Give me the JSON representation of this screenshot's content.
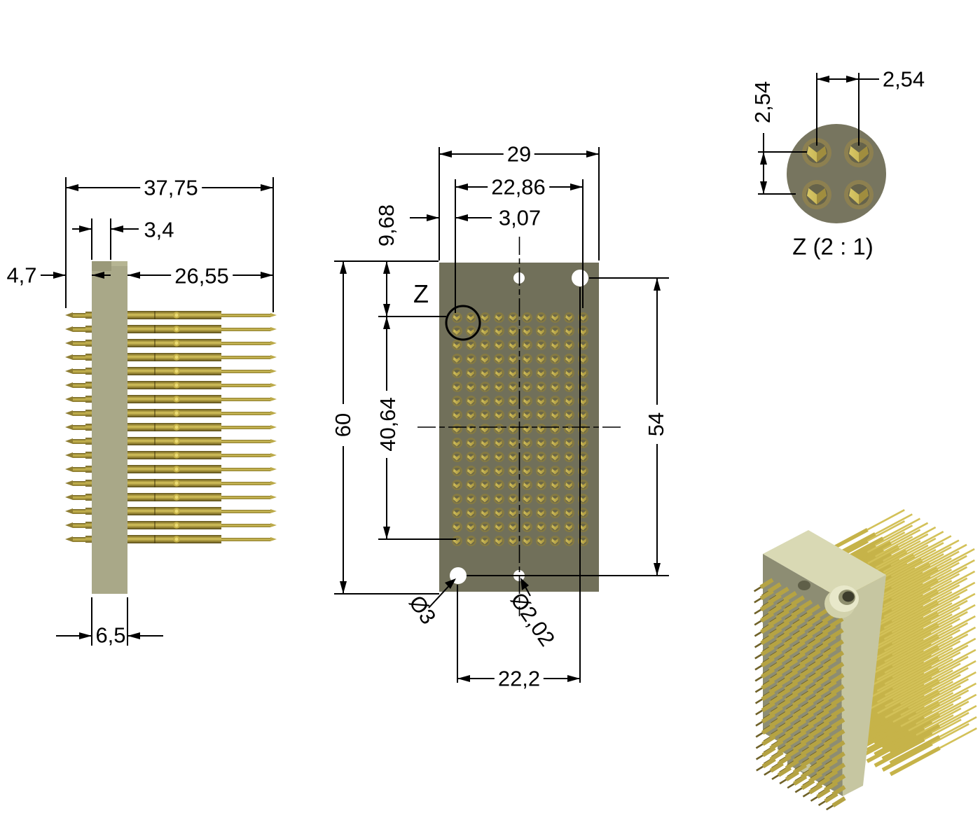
{
  "side_view": {
    "dims": {
      "overall": "37,75",
      "offset": "3,4",
      "left_tail": "4,7",
      "right_length": "26,55",
      "body_width": "6,5"
    },
    "pin_rows": 17
  },
  "front_view": {
    "dims": {
      "width": "29",
      "pin_span_x": "22,86",
      "edge_margin": "3,07",
      "top_margin": "9,68",
      "height": "60",
      "pin_span_y": "40,64",
      "hole_span_y": "54",
      "hole_span_x": "22,2",
      "large_hole": "Ø3",
      "small_hole": "Ø2,02"
    },
    "detail_mark": "Z",
    "grid": {
      "rows": 17,
      "cols": 10
    }
  },
  "detail_view": {
    "title": "Z (2 : 1)",
    "dims": {
      "pitch_x": "2,54",
      "pitch_y": "2,54"
    },
    "grid": {
      "rows": 2,
      "cols": 2
    }
  },
  "colors": {
    "background": "#ffffff",
    "line": "#000000",
    "plate": "#71705a",
    "body": "#a9a888",
    "pin_gold": "#c2ae46",
    "detail_body": "#77755f",
    "iso_top": "#d9d9b4",
    "iso_side": "#c6c6a1",
    "iso_front": "#8d8d73"
  }
}
